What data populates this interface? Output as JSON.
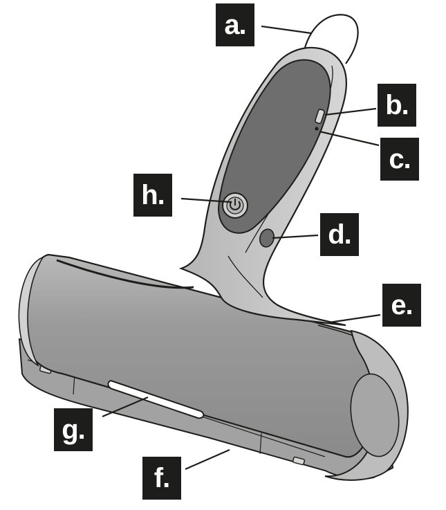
{
  "labels": {
    "a": "a.",
    "b": "b.",
    "c": "c.",
    "d": "d.",
    "e": "e.",
    "f": "f.",
    "g": "g.",
    "h": "h."
  },
  "colors": {
    "body_dark": "#8a8a8a",
    "body_mid": "#a9a9a9",
    "body_light": "#cfcfcf",
    "handle_pad": "#6e6e6e",
    "outline": "#1d1d1b",
    "label_bg": "#1d1d1b",
    "label_text": "#ffffff"
  }
}
